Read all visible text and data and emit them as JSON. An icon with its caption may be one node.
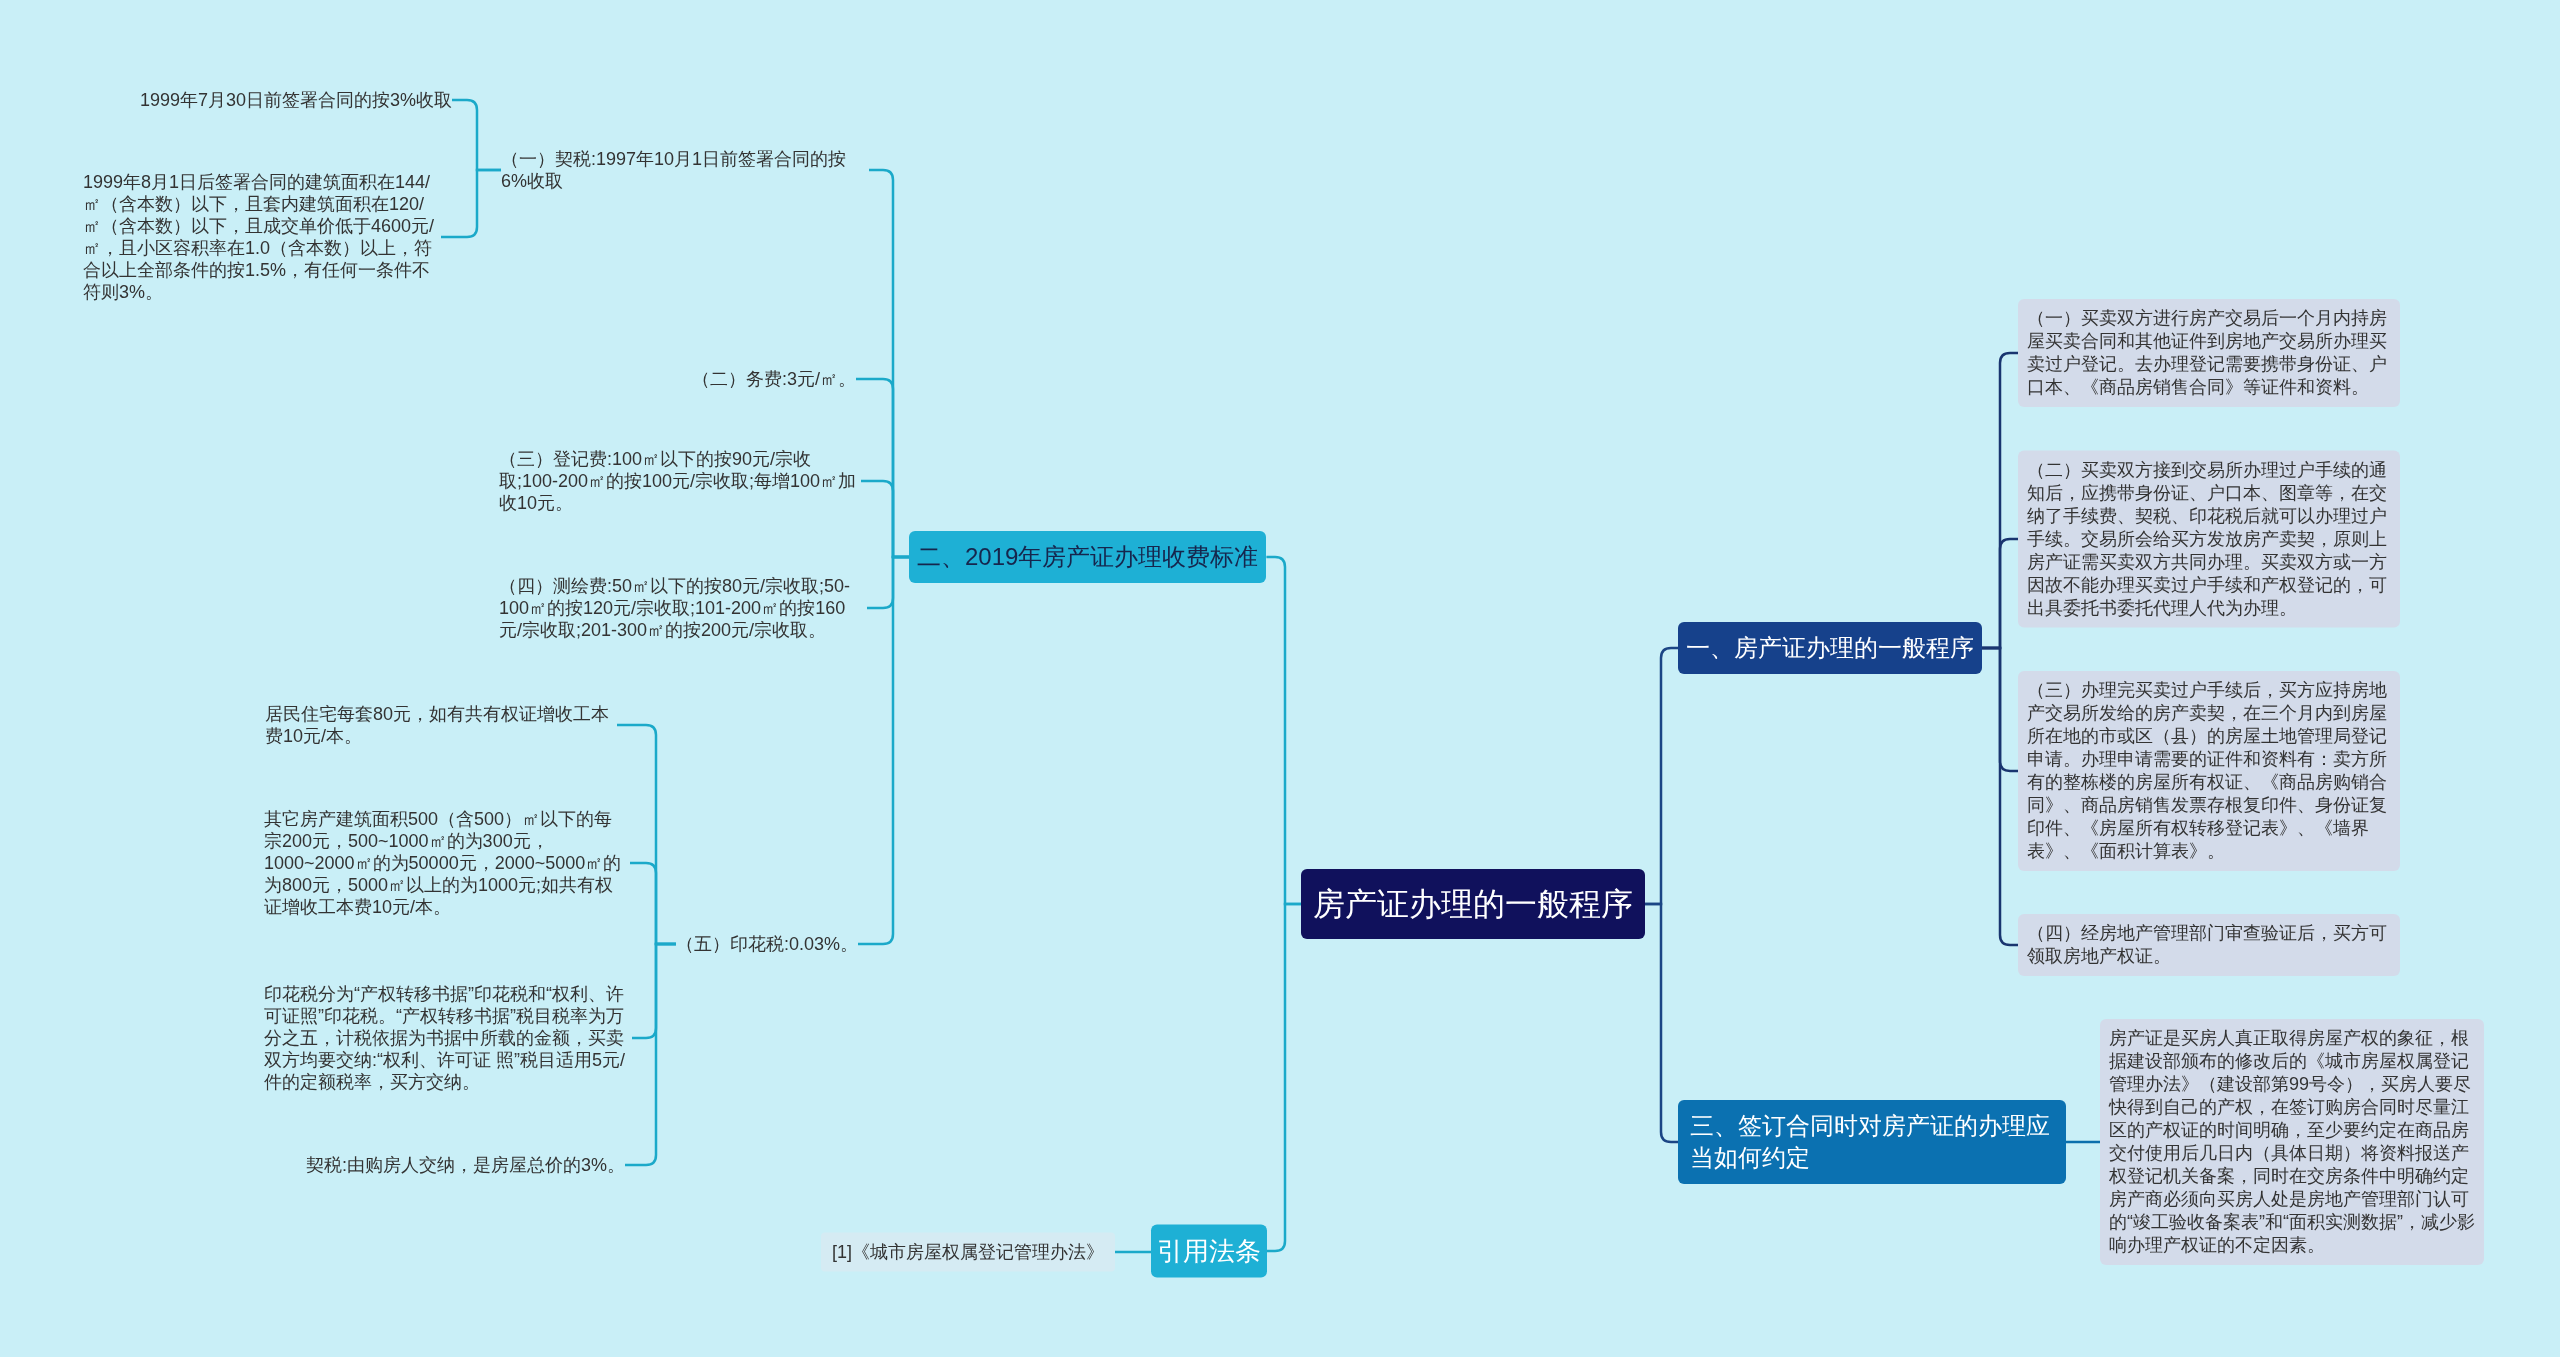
{
  "diagram": {
    "nodes": [
      {
        "text": [
          "房产证办理的一般程序"
        ]
      },
      {
        "text": [
          "二、2019年房产证办理收费标准"
        ]
      },
      {
        "text": [
          "（一）契税:1997年10月1日前签署合同的按6%收取"
        ]
      },
      {
        "text": [
          "1999年7月30日前签署合同的按3%收取"
        ]
      },
      {
        "text": [
          "1999年8月1日后签署合同的建筑面积在144/㎡（含本数）以下，且套内建筑面积在120/㎡（含本数）以下，且成交单价低于4600元/㎡，且小区容积率在1.0（含本数）以上，符合以上全部条件的按1.5%，有任何一条件不符则3%。"
        ]
      },
      {
        "text": [
          "（二）务费:3元/㎡。"
        ]
      },
      {
        "text": [
          "（三）登记费:100㎡以下的按90元/宗收取;100-200㎡的按100元/宗收取;每增100㎡加收10元。"
        ]
      },
      {
        "text": [
          "（四）测绘费:50㎡以下的按80元/宗收取;50-100㎡的按120元/宗收取;101-200㎡的按160元/宗收取;201-300㎡的按200元/宗收取。"
        ]
      },
      {
        "text": [
          "（五）印花税:0.03%。"
        ]
      },
      {
        "text": [
          "居民住宅每套80元，如有共有权证增收工本费10元/本。"
        ]
      },
      {
        "text": [
          "其它房产建筑面积500（含500）㎡以下的每宗200元，500~1000㎡的为300元，1000~2000㎡的为50000元，2000~5000㎡的为800元，5000㎡以上的为1000元;如共有权证增收工本费10元/本。"
        ]
      },
      {
        "text": [
          "印花税分为“产权转移书据”印花税和“权利、许可证照”印花税。“产权转移书据”税目税率为万分之五，计税依据为书据中所载的金额，买卖双方均要交纳:“权利、许可证 照”税目适用5元/件的定额税率，买方交纳。"
        ]
      },
      {
        "text": [
          "契税:由购房人交纳，是房屋总价的3%。"
        ]
      },
      {
        "text": [
          "引用法条"
        ]
      },
      {
        "text": [
          "[1]《城市房屋权属登记管理办法》"
        ]
      },
      {
        "text": [
          "一、房产证办理的一般程序"
        ]
      },
      {
        "text": [
          "（一）买卖双方进行房产交易后一个月内持房屋买卖合同和其他证件到房地产交易所办理买卖过户登记。去办理登记需要携带身份证、户口本、《商品房销售合同》等证件和资料。"
        ]
      },
      {
        "text": [
          "（二）买卖双方接到交易所办理过户手续的通知后，应携带身份证、户口本、图章等，在交纳了手续费、契税、印花税后就可以办理过户手续。交易所会给买方发放房产卖契，原则上房产证需买卖双方共同办理。买卖双方或一方因故不能办理买卖过户手续和产权登记的，可出具委托书委托代理人代为办理。"
        ]
      },
      {
        "text": [
          "（三）办理完买卖过户手续后，买方应持房地产交易所发给的房产卖契，在三个月内到房屋所在地的市或区（县）的房屋土地管理局登记申请。办理申请需要的证件和资料有：卖方所有的整栋楼的房屋所有权证、《商品房购销合同》、商品房销售发票存根复印件、身份证复印件、《房屋所有权转移登记表》、《墙界表》、《面积计算表》。"
        ]
      },
      {
        "text": [
          "（四）经房地产管理部门审查验证后，买方可领取房地产权证。"
        ]
      },
      {
        "text": [
          "三、签订合同时对房产证的办理应当如何约定"
        ]
      },
      {
        "text": [
          "房产证是买房人真正取得房屋产权的象征，根据建设部颁布的修改后的《城市房屋权属登记管理办法》（建设部第99号令），买房人要尽快得到自己的产权，在签订购房合同时尽量江区的产权证的时间明确，至少要约定在商品房交付使用后几日内（具体日期）将资料报送产权登记机关备案，同时在交房条件中明确约定房产商必须向买房人处是房地产管理部门认可的“竣工验收备案表”和“面积实测数据”，减少影响办理产权证的不定因素。"
        ]
      }
    ],
    "edges": [
      {
        "from": 0,
        "to": 1,
        "arrow": "none"
      },
      {
        "from": 1,
        "to": 2,
        "arrow": "none"
      },
      {
        "from": 2,
        "to": 3,
        "arrow": "none"
      },
      {
        "from": 2,
        "to": 4,
        "arrow": "none"
      },
      {
        "from": 1,
        "to": 5,
        "arrow": "none"
      },
      {
        "from": 1,
        "to": 6,
        "arrow": "none"
      },
      {
        "from": 1,
        "to": 7,
        "arrow": "none"
      },
      {
        "from": 1,
        "to": 8,
        "arrow": "none"
      },
      {
        "from": 8,
        "to": 9,
        "arrow": "none"
      },
      {
        "from": 8,
        "to": 10,
        "arrow": "none"
      },
      {
        "from": 8,
        "to": 11,
        "arrow": "none"
      },
      {
        "from": 8,
        "to": 12,
        "arrow": "none"
      },
      {
        "from": 0,
        "to": 13,
        "arrow": "none"
      },
      {
        "from": 13,
        "to": 14,
        "arrow": "none"
      },
      {
        "from": 0,
        "to": 15,
        "arrow": "none",
        "color": "#1b4585"
      },
      {
        "from": 15,
        "to": 16,
        "arrow": "none",
        "color": "#19356f"
      },
      {
        "from": 15,
        "to": 17,
        "arrow": "none",
        "color": "#19356f"
      },
      {
        "from": 15,
        "to": 18,
        "arrow": "none",
        "color": "#19356f"
      },
      {
        "from": 15,
        "to": 19,
        "arrow": "none",
        "color": "#19356f"
      },
      {
        "from": 0,
        "to": 20,
        "arrow": "none",
        "color": "#1b4585"
      },
      {
        "from": 20,
        "to": 21,
        "arrow": "none",
        "color": "#0b6fad"
      }
    ]
  }
}
